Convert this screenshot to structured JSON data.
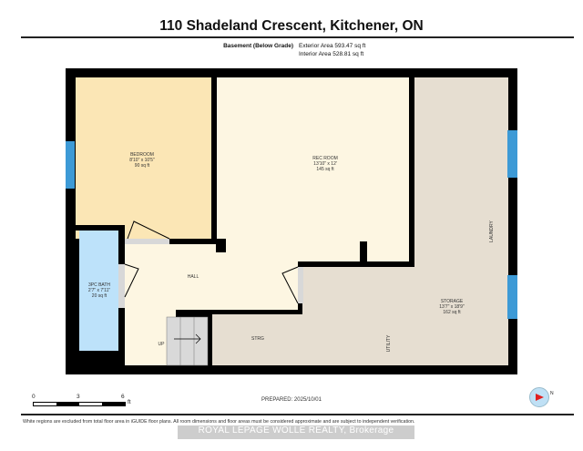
{
  "header": {
    "title": "110 Shadeland Crescent, Kitchener, ON",
    "floor_label": "Basement (Below Grade)",
    "exterior_area": "Exterior Area 593.47 sq ft",
    "interior_area": "Interior Area 528.81 sq ft"
  },
  "rooms": {
    "bedroom": {
      "name": "BEDROOM",
      "dims": "8'10\" x 10'5\"",
      "area": "90 sq ft"
    },
    "rec_room": {
      "name": "REC ROOM",
      "dims": "13'10\" x 12'",
      "area": "145 sq ft"
    },
    "bath": {
      "name": "3PC BATH",
      "dims": "2'7\" x 7'11\"",
      "area": "20 sq ft"
    },
    "storage": {
      "name": "STORAGE",
      "dims": "13'7\" x 18'9\"",
      "area": "162 sq ft"
    },
    "hall": "HALL",
    "strg": "STRG",
    "utility": "UTILITY",
    "laundry": "LAUNDRY",
    "up": "UP"
  },
  "colors": {
    "bedroom": "#fbe6b5",
    "rec_room": "#fdf6e2",
    "bath": "#bde2fa",
    "storage": "#e6ded1",
    "wall": "#000000",
    "window": "#3d9ad6"
  },
  "scale": {
    "ticks": [
      "0",
      "3",
      "6"
    ],
    "unit": "ft"
  },
  "footer": {
    "prepared": "PREPARED: 2025/10/01",
    "disclaimer": "White regions are excluded from total floor area in iGUIDE floor plans. All room dimensions and floor areas must be considered approximate and are subject to independent verification.",
    "brokerage": "ROYAL LEPAGE WOLLE REALTY, Brokerage",
    "compass": "N"
  }
}
